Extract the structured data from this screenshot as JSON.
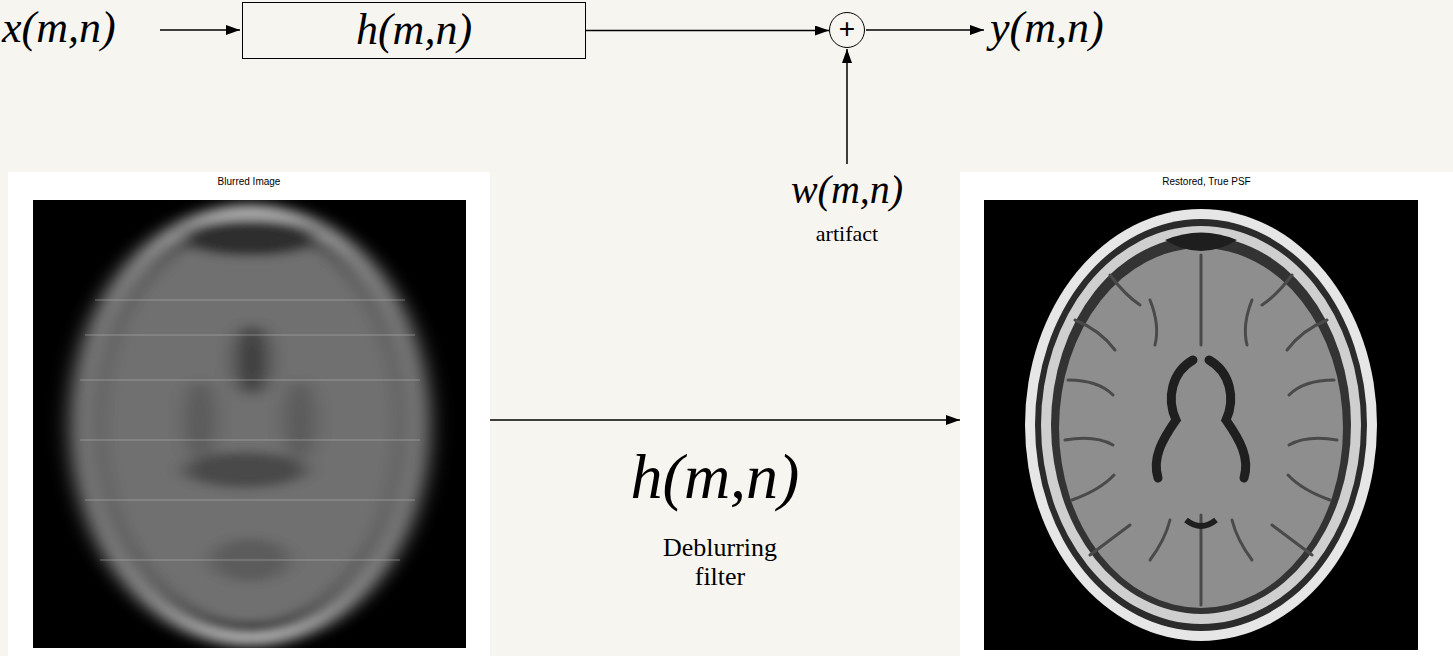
{
  "diagram": {
    "nodes": [
      {
        "text": [
          "h(m,n)"
        ]
      },
      {
        "text": [
          "+"
        ]
      },
      {
        "text": [
          "Blurred Image"
        ]
      },
      {
        "text": [
          "Restored, True PSF"
        ]
      }
    ],
    "edges": [
      {
        "from": 0,
        "to": 1,
        "arrow": "to"
      },
      {
        "from": 2,
        "to": 3,
        "arrow": "to"
      }
    ],
    "labels": [
      "x(m,n)",
      "y(m,n)",
      "w(m,n)",
      "artifact",
      "h(m,n)",
      "Deblurring filter"
    ]
  }
}
